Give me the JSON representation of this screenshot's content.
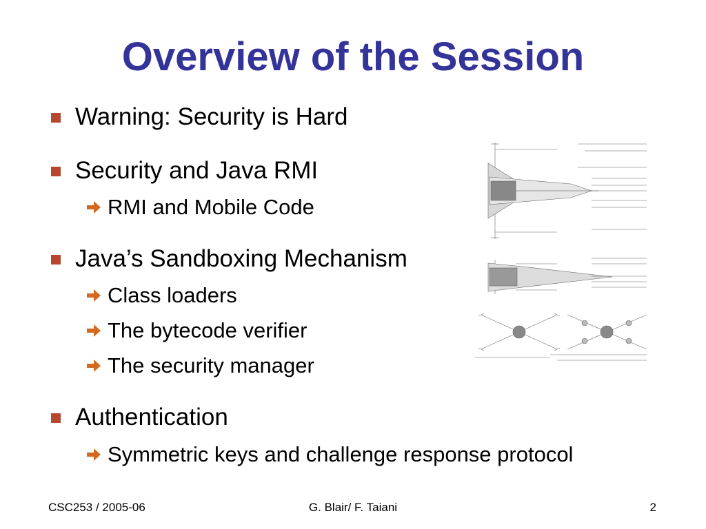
{
  "slide": {
    "title": "Overview of the Session",
    "items": [
      {
        "text": "Warning: Security is Hard",
        "children": []
      },
      {
        "text": "Security and Java RMI",
        "children": [
          "RMI and Mobile Code"
        ]
      },
      {
        "text": "Java’s Sandboxing Mechanism",
        "children": [
          "Class loaders",
          "The bytecode verifier",
          "The security manager"
        ]
      },
      {
        "text": "Authentication",
        "children": [
          "Symmetric keys and challenge response protocol"
        ]
      }
    ]
  },
  "footer": {
    "left": "CSC253 / 2005-06",
    "center": "G. Blair/ F. Taiani",
    "right": "2"
  },
  "colors": {
    "title": "#333399",
    "bullet": "#b5472f",
    "arrow": "#d2691e"
  }
}
